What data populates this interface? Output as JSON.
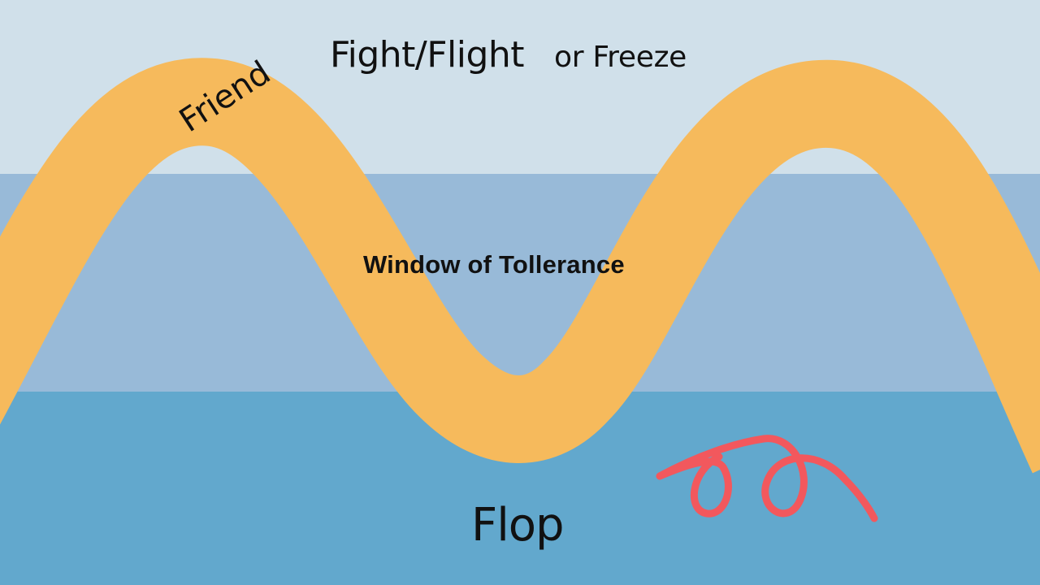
{
  "labels": {
    "top_main": "Fight/Flight",
    "top_sub": "or Freeze",
    "friend": "Friend",
    "middle": "Window of Tollerance",
    "bottom": "Flop"
  },
  "colors": {
    "zone_top": "#d0e0ea",
    "zone_middle": "#98bad8",
    "zone_bottom": "#62a8cd",
    "wave": "#f6ba5c",
    "squiggle": "#f2585d"
  }
}
